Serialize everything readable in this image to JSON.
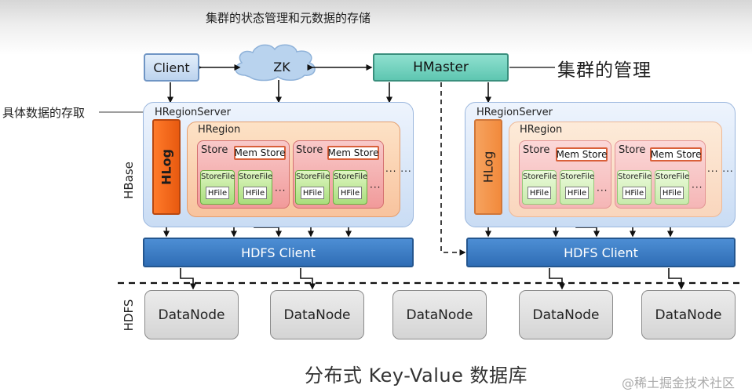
{
  "annotations": {
    "state_storage": "集群的状态管理和元数据的存储",
    "cluster_management": "集群的管理",
    "data_access": "具体数据的存取"
  },
  "components": {
    "client": "Client",
    "zk": "ZK",
    "hmaster": "HMaster",
    "hbase_label": "HBase",
    "hdfs_label": "HDFS"
  },
  "region_servers": [
    {
      "label": "HRegionServer",
      "hlog": "HLog",
      "hregion": "HRegion",
      "stores": [
        {
          "store": "Store",
          "memstore": "Mem Store",
          "storefiles": [
            "StoreFile",
            "StoreFile"
          ],
          "hfiles": [
            "HFile",
            "HFile"
          ],
          "dots": "···"
        },
        {
          "store": "Store",
          "memstore": "Mem Store",
          "storefiles": [
            "StoreFile",
            "StoreFile"
          ],
          "hfiles": [
            "HFile",
            "HFile"
          ],
          "dots": "···"
        }
      ],
      "more": "... ..."
    },
    {
      "label": "HRegionServer",
      "hlog": "HLog",
      "hregion": "HRegion",
      "stores": [
        {
          "store": "Store",
          "memstore": "Mem Store",
          "storefiles": [
            "StoreFile",
            "StoreFile"
          ],
          "hfiles": [
            "HFile",
            "HFile"
          ],
          "dots": "···"
        },
        {
          "store": "Store",
          "memstore": "Mem Store",
          "storefiles": [
            "StoreFile",
            "StoreFile"
          ],
          "hfiles": [
            "HFile",
            "HFile"
          ],
          "dots": "···"
        }
      ],
      "more": "... ..."
    }
  ],
  "hdfs_clients": [
    "HDFS Client",
    "HDFS Client"
  ],
  "datanodes": [
    "DataNode",
    "DataNode",
    "DataNode",
    "DataNode",
    "DataNode"
  ],
  "footer": "分布式 Key-Value 数据库",
  "watermark": "@稀土掘金技术社区",
  "colors": {
    "hmaster": "#5ec6b1",
    "hlog": "#f26b1d",
    "hdfs_client": "#3677c2",
    "datanode": "#d9d9d9"
  }
}
